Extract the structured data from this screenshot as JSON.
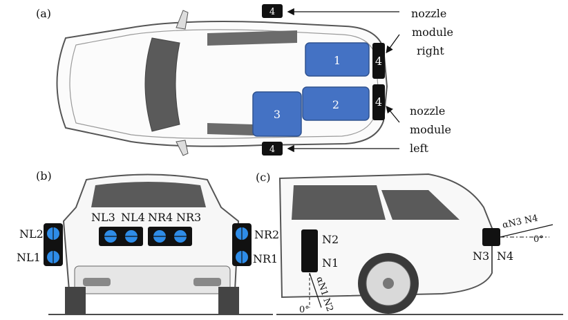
{
  "panels": {
    "a": "(a)",
    "b": "(b)",
    "c": "(c)"
  },
  "top_view": {
    "seats": [
      "1",
      "2",
      "3"
    ],
    "nozzle_modules": [
      "4",
      "4",
      "4",
      "4"
    ],
    "callout_right": [
      "nozzle",
      "module",
      "right"
    ],
    "callout_left": [
      "nozzle",
      "module",
      "left"
    ]
  },
  "rear_view": {
    "labels": {
      "nl2": "NL2",
      "nl1": "NL1",
      "nr2": "NR2",
      "nr1": "NR1",
      "nl3": "NL3",
      "nl4": "NL4",
      "nr4": "NR4",
      "nr3": "NR3"
    }
  },
  "side_view": {
    "n2": "N2",
    "n1": "N1",
    "n3": "N3",
    "n4": "N4",
    "angle_n12": "αN1 N2",
    "angle_n34": "αN3 N4",
    "zero_left": "0°",
    "zero_right": "0°"
  },
  "colors": {
    "seat": "#4472c4",
    "seat_border": "#2f528f",
    "nozzle": "#111111",
    "nozzle_dot": "#2e8ce8",
    "window": "#5a5a5a"
  }
}
